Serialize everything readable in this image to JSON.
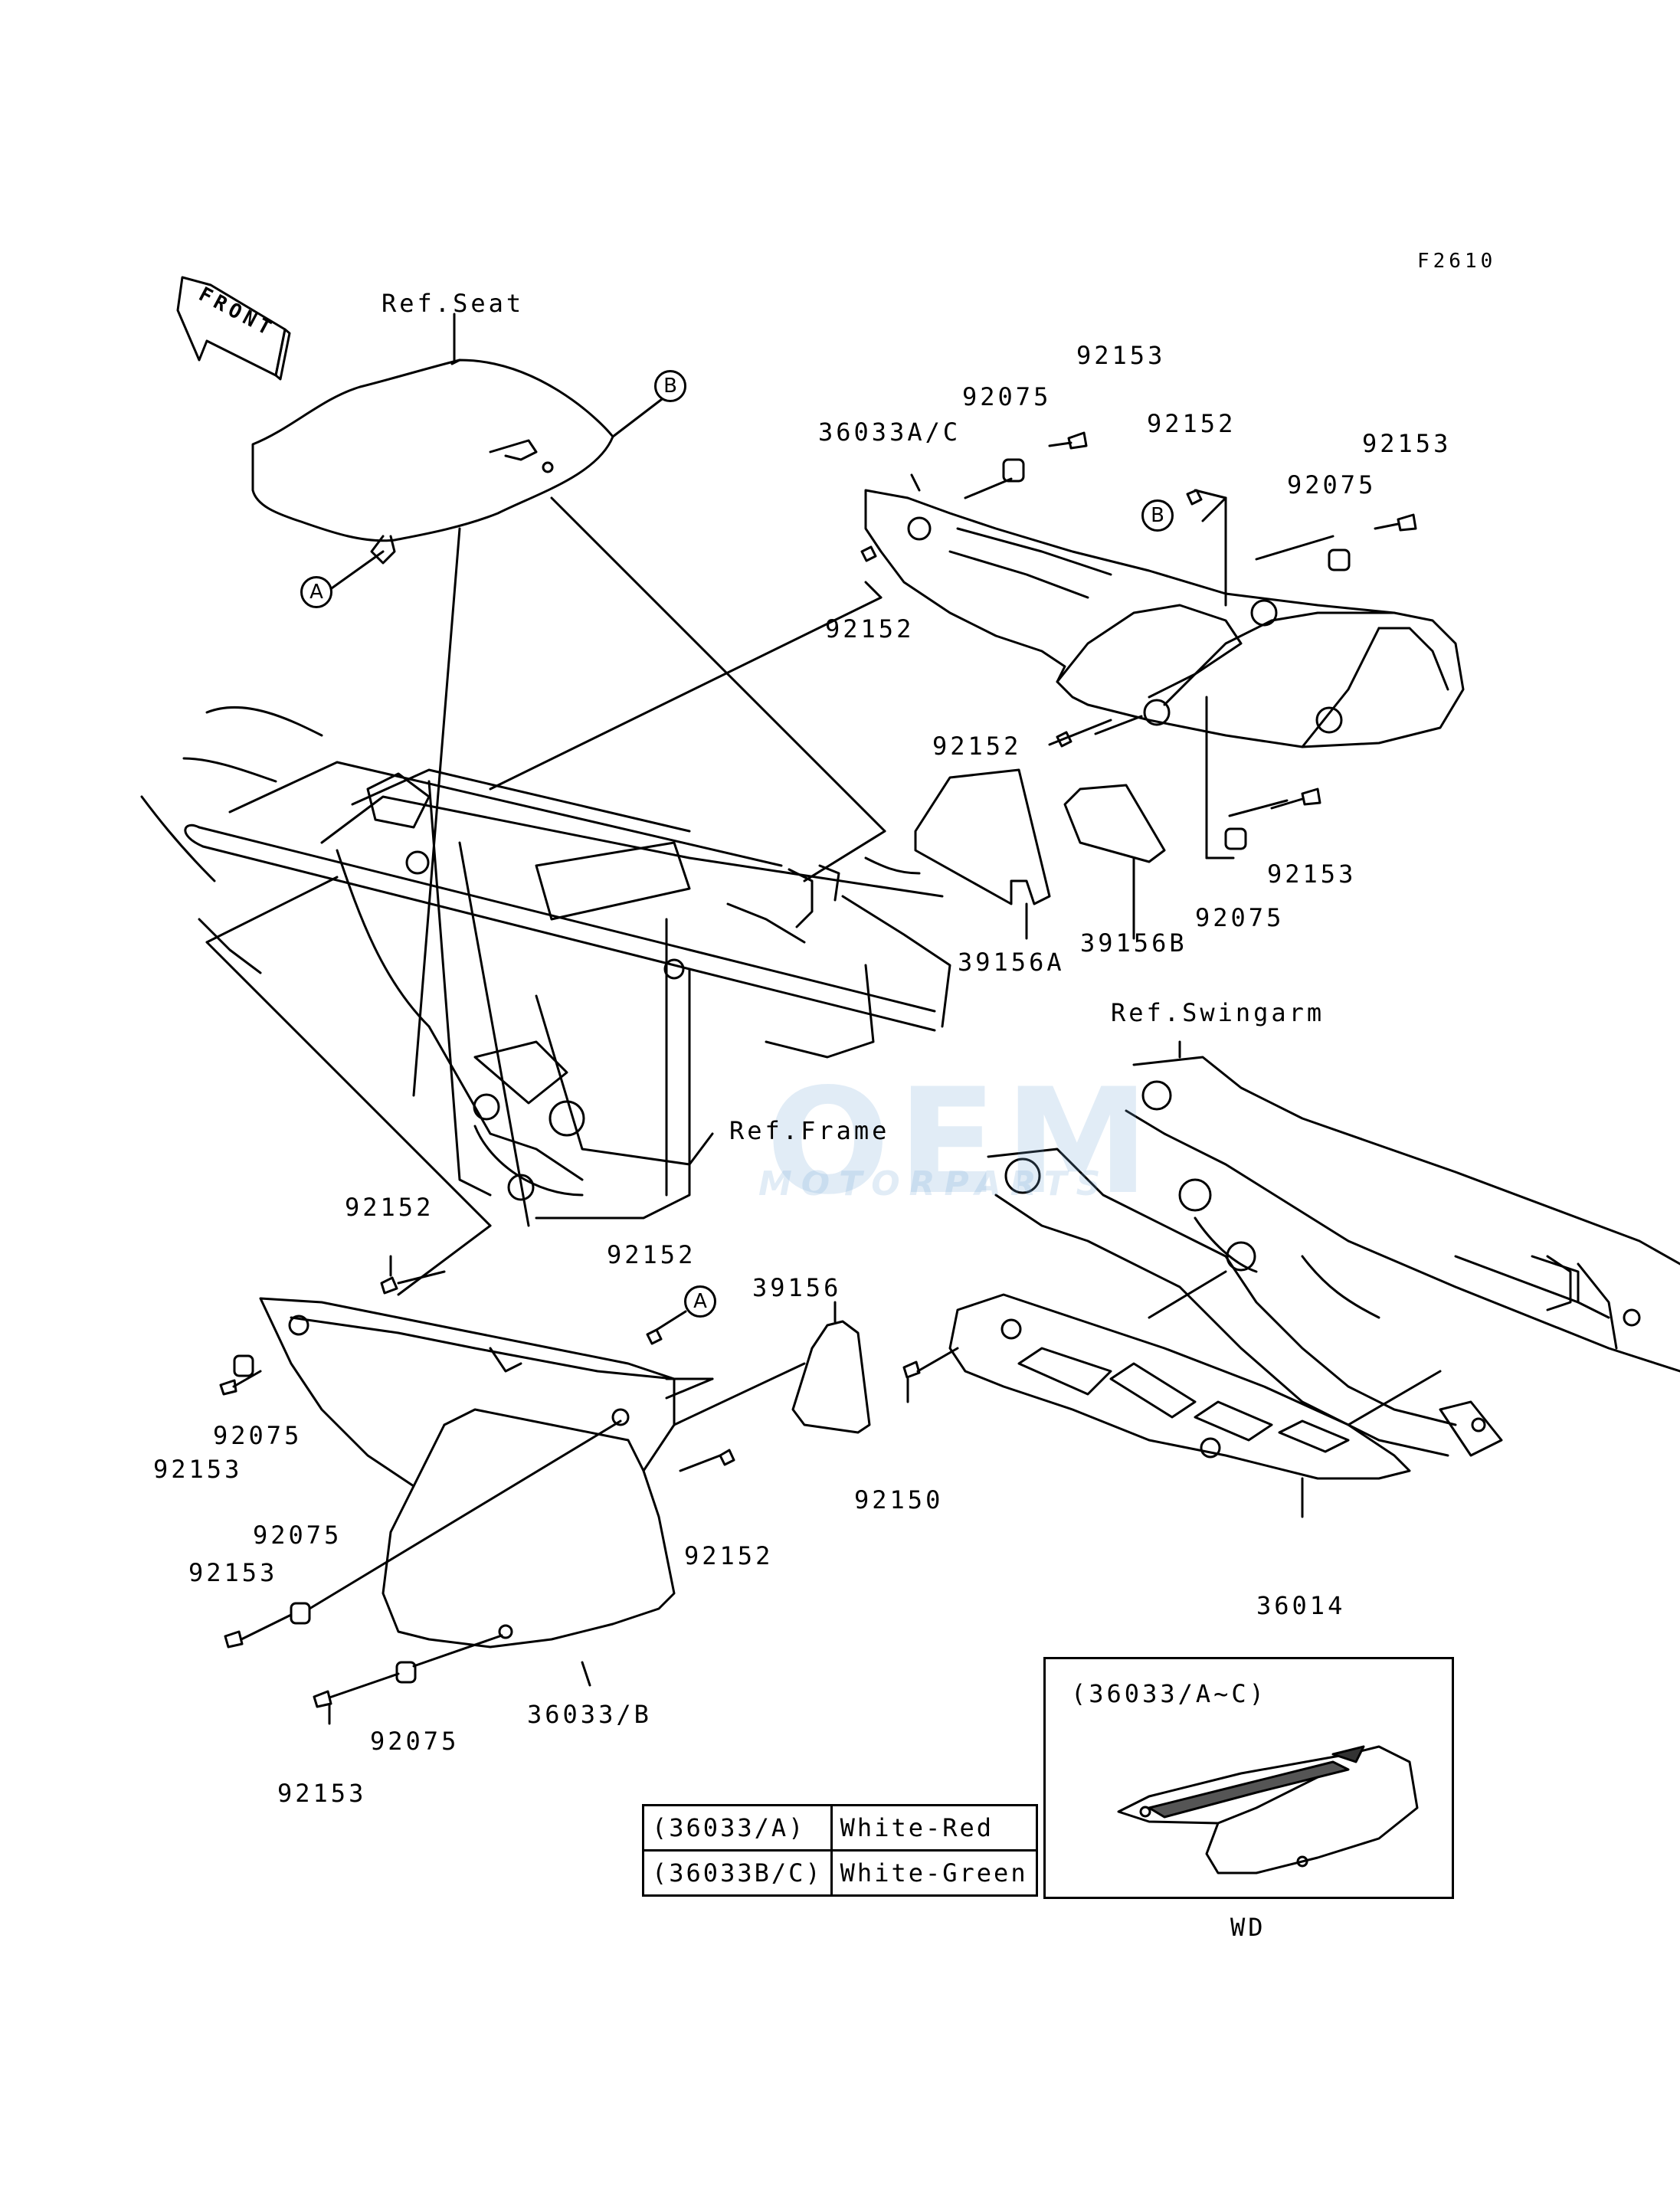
{
  "figure_code": "F2610",
  "front_arrow": "FRONT",
  "references": {
    "seat": "Ref.Seat",
    "frame": "Ref.Frame",
    "swingarm": "Ref.Swingarm"
  },
  "callouts": [
    "A",
    "B",
    "B",
    "A"
  ],
  "part_numbers": {
    "p1": "92153",
    "p2": "36033A/C",
    "p3": "92075",
    "p4": "92152",
    "p5": "92153",
    "p6": "92075",
    "p7": "92152",
    "p8": "92152",
    "p9": "92153",
    "p10": "92075",
    "p11": "39156A",
    "p12": "39156B",
    "p13": "92152",
    "p14": "92152",
    "p15": "39156",
    "p16": "92075",
    "p17": "92153",
    "p18": "92075",
    "p19": "92153",
    "p20": "92152",
    "p21": "92150",
    "p22": "36014",
    "p23": "92075",
    "p24": "36033/B",
    "p25": "92153"
  },
  "color_table": {
    "rows": [
      {
        "code": "(36033/A)",
        "color": "White-Red"
      },
      {
        "code": "(36033B/C)",
        "color": "White-Green"
      }
    ]
  },
  "inset": {
    "title": "(36033/A~C)",
    "caption": "WD"
  },
  "watermark": {
    "brand": "OEM",
    "sub": "MOTORPARTS"
  }
}
